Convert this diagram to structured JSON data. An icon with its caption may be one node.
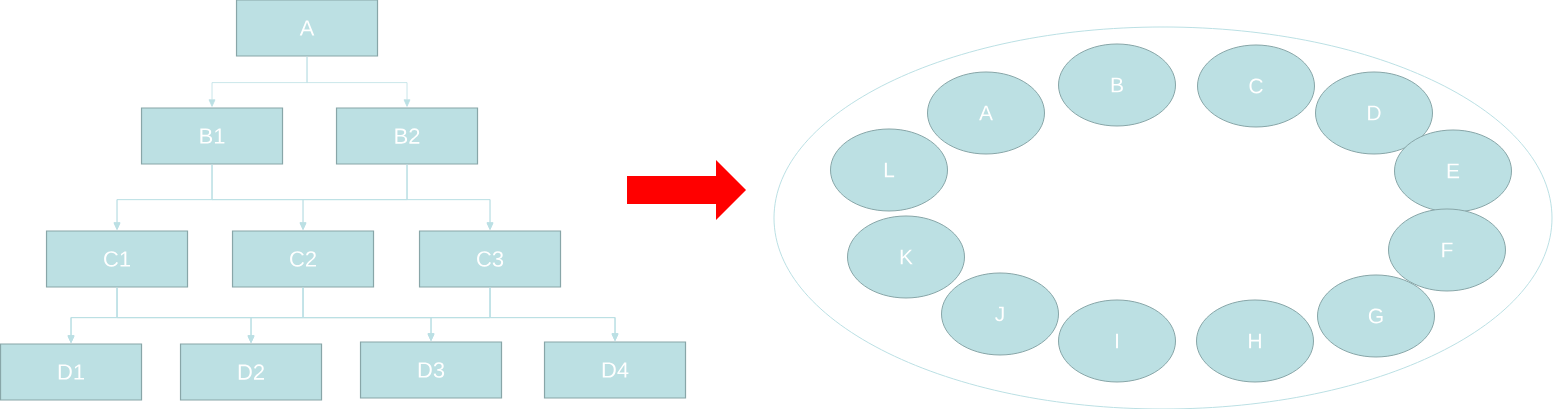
{
  "diagram": {
    "nodes": [
      {
        "text": [
          "A"
        ]
      },
      {
        "text": [
          "B1"
        ]
      },
      {
        "text": [
          "B2"
        ]
      },
      {
        "text": [
          "C1"
        ]
      },
      {
        "text": [
          "C2"
        ]
      },
      {
        "text": [
          "C3"
        ]
      },
      {
        "text": [
          "D1"
        ]
      },
      {
        "text": [
          "D2"
        ]
      },
      {
        "text": [
          "D3"
        ]
      },
      {
        "text": [
          "D4"
        ]
      },
      {
        "text": [],
        "shape": "circle"
      },
      {
        "text": [
          "A"
        ],
        "in": 10
      },
      {
        "text": [
          "B"
        ],
        "in": 10
      },
      {
        "text": [
          "C"
        ],
        "in": 10
      },
      {
        "text": [
          "D"
        ],
        "in": 10
      },
      {
        "text": [
          "E"
        ],
        "in": 10
      },
      {
        "text": [
          "F"
        ],
        "in": 10
      },
      {
        "text": [
          "G"
        ],
        "in": 10
      },
      {
        "text": [
          "H"
        ],
        "in": 10
      },
      {
        "text": [
          "I"
        ],
        "in": 10
      },
      {
        "text": [
          "J"
        ],
        "in": 10
      },
      {
        "text": [
          "K"
        ],
        "in": 10
      },
      {
        "text": [
          "L"
        ],
        "in": 10
      }
    ],
    "edges": [
      {
        "from": 0,
        "to": 1,
        "arrow": "to"
      },
      {
        "from": 0,
        "to": 2,
        "arrow": "to"
      },
      {
        "from": 1,
        "to": 3,
        "arrow": "to"
      },
      {
        "from": 1,
        "to": 4,
        "arrow": "to"
      },
      {
        "from": 1,
        "to": 5,
        "arrow": "to"
      },
      {
        "from": 2,
        "to": 3,
        "arrow": "to"
      },
      {
        "from": 2,
        "to": 4,
        "arrow": "to"
      },
      {
        "from": 2,
        "to": 5,
        "arrow": "to"
      },
      {
        "from": 3,
        "to": 6,
        "arrow": "to"
      },
      {
        "from": 3,
        "to": 7,
        "arrow": "to"
      },
      {
        "from": 3,
        "to": 8,
        "arrow": "to"
      },
      {
        "from": 3,
        "to": 9,
        "arrow": "to"
      },
      {
        "from": 4,
        "to": 6,
        "arrow": "to"
      },
      {
        "from": 4,
        "to": 7,
        "arrow": "to"
      },
      {
        "from": 4,
        "to": 8,
        "arrow": "to"
      },
      {
        "from": 4,
        "to": 9,
        "arrow": "to"
      },
      {
        "from": 5,
        "to": 6,
        "arrow": "to"
      },
      {
        "from": 5,
        "to": 7,
        "arrow": "to"
      },
      {
        "from": 5,
        "to": 8,
        "arrow": "to"
      },
      {
        "from": 5,
        "to": 9,
        "arrow": "to"
      }
    ]
  }
}
